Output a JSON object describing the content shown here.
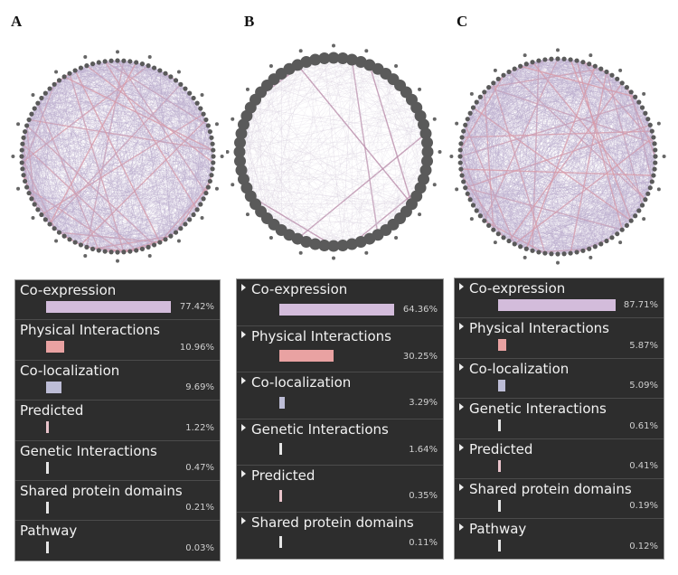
{
  "panels": [
    {
      "label": "A",
      "legend_collapsible": false,
      "items": [
        {
          "name": "Co-expression",
          "percent": 77.42,
          "color": "#d3bcdb"
        },
        {
          "name": "Physical Interactions",
          "percent": 10.96,
          "color": "#e9a2a2"
        },
        {
          "name": "Co-localization",
          "percent": 9.69,
          "color": "#bdbdd6"
        },
        {
          "name": "Predicted",
          "percent": 1.22,
          "color": "#e9c4cb"
        },
        {
          "name": "Genetic Interactions",
          "percent": 0.47,
          "color": "#e6e6e6"
        },
        {
          "name": "Shared protein domains",
          "percent": 0.21,
          "color": "#e6e6e6"
        },
        {
          "name": "Pathway",
          "percent": 0.03,
          "color": "#e6e6e6"
        }
      ]
    },
    {
      "label": "B",
      "legend_collapsible": true,
      "items": [
        {
          "name": "Co-expression",
          "percent": 64.36,
          "color": "#d3bcdb"
        },
        {
          "name": "Physical Interactions",
          "percent": 30.25,
          "color": "#e9a2a2"
        },
        {
          "name": "Co-localization",
          "percent": 3.29,
          "color": "#bdbdd6"
        },
        {
          "name": "Genetic Interactions",
          "percent": 1.64,
          "color": "#e6e6e6"
        },
        {
          "name": "Predicted",
          "percent": 0.35,
          "color": "#e9c4cb"
        },
        {
          "name": "Shared protein domains",
          "percent": 0.11,
          "color": "#e6e6e6"
        }
      ]
    },
    {
      "label": "C",
      "legend_collapsible": true,
      "items": [
        {
          "name": "Co-expression",
          "percent": 87.71,
          "color": "#d3bcdb"
        },
        {
          "name": "Physical Interactions",
          "percent": 5.87,
          "color": "#e9a2a2"
        },
        {
          "name": "Co-localization",
          "percent": 5.09,
          "color": "#bdbdd6"
        },
        {
          "name": "Genetic Interactions",
          "percent": 0.61,
          "color": "#e6e6e6"
        },
        {
          "name": "Predicted",
          "percent": 0.41,
          "color": "#e9c4cb"
        },
        {
          "name": "Shared protein domains",
          "percent": 0.19,
          "color": "#e6e6e6"
        },
        {
          "name": "Pathway",
          "percent": 0.12,
          "color": "#e6e6e6"
        }
      ]
    }
  ]
}
